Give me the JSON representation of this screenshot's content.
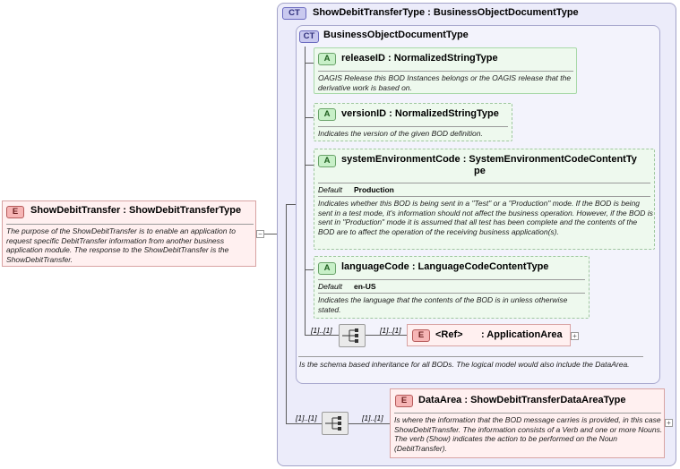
{
  "root": {
    "badge": "E",
    "title": "ShowDebitTransfer : ShowDebitTransferType",
    "description": "The purpose of the ShowDebitTransfer is to enable an application to request specific DebitTransfer information from another business application module.  The response to the ShowDebitTransfer is the ShowDebitTransfer."
  },
  "complex_type": {
    "badge": "CT",
    "title": "ShowDebitTransferType : BusinessObjectDocumentType"
  },
  "base_type": {
    "badge": "CT",
    "title": "BusinessObjectDocumentType",
    "description": "Is the schema based inheritance for all BODs. The logical model would also include the DataArea."
  },
  "attributes": [
    {
      "badge": "A",
      "title": "releaseID : NormalizedStringType",
      "description": "OAGIS Release this BOD Instances belongs or the OAGIS release that the derivative work is based on."
    },
    {
      "badge": "A",
      "title": "versionID : NormalizedStringType",
      "description": "Indicates the version of the given BOD definition."
    },
    {
      "badge": "A",
      "title_line1": "systemEnvironmentCode : SystemEnvironmentCodeContentTy",
      "title_line2": "pe",
      "default_label": "Default",
      "default_value": "Production",
      "description": "Indicates whether this BOD is being sent in a \"Test\" or a \"Production\" mode. If the BOD is being sent in a test mode, it's information should not affect the business operation. However, if the BOD is sent in \"Production\" mode it is assumed that all test has been complete and the contents of the BOD are to affect the operation of the receiving business application(s)."
    },
    {
      "badge": "A",
      "title": "languageCode : LanguageCodeContentType",
      "default_label": "Default",
      "default_value": "en-US",
      "description": "Indicates the language that the contents of the BOD is in unless otherwise stated."
    }
  ],
  "application_area": {
    "badge": "E",
    "ref": "<Ref>",
    "title": ": ApplicationArea",
    "seq_occurrence": "[1]..[1]",
    "elem_occurrence": "[1]..[1]"
  },
  "data_area": {
    "badge": "E",
    "title": "DataArea : ShowDebitTransferDataAreaType",
    "description": "Is where the information that the BOD message carries is provided, in this case ShowDebitTransfer. The information consists of a Verb and one or more Nouns. The verb (Show) indicates the action to be performed on the Noun (DebitTransfer).",
    "seq_occurrence": "[1]..[1]",
    "elem_occurrence": "[1]..[1]"
  },
  "plus_symbol": "+",
  "minus_symbol": "−",
  "colors": {
    "element_bg": "#fff0f0",
    "attribute_bg": "#eef9ee",
    "complex_type_bg": "#ececfa"
  }
}
